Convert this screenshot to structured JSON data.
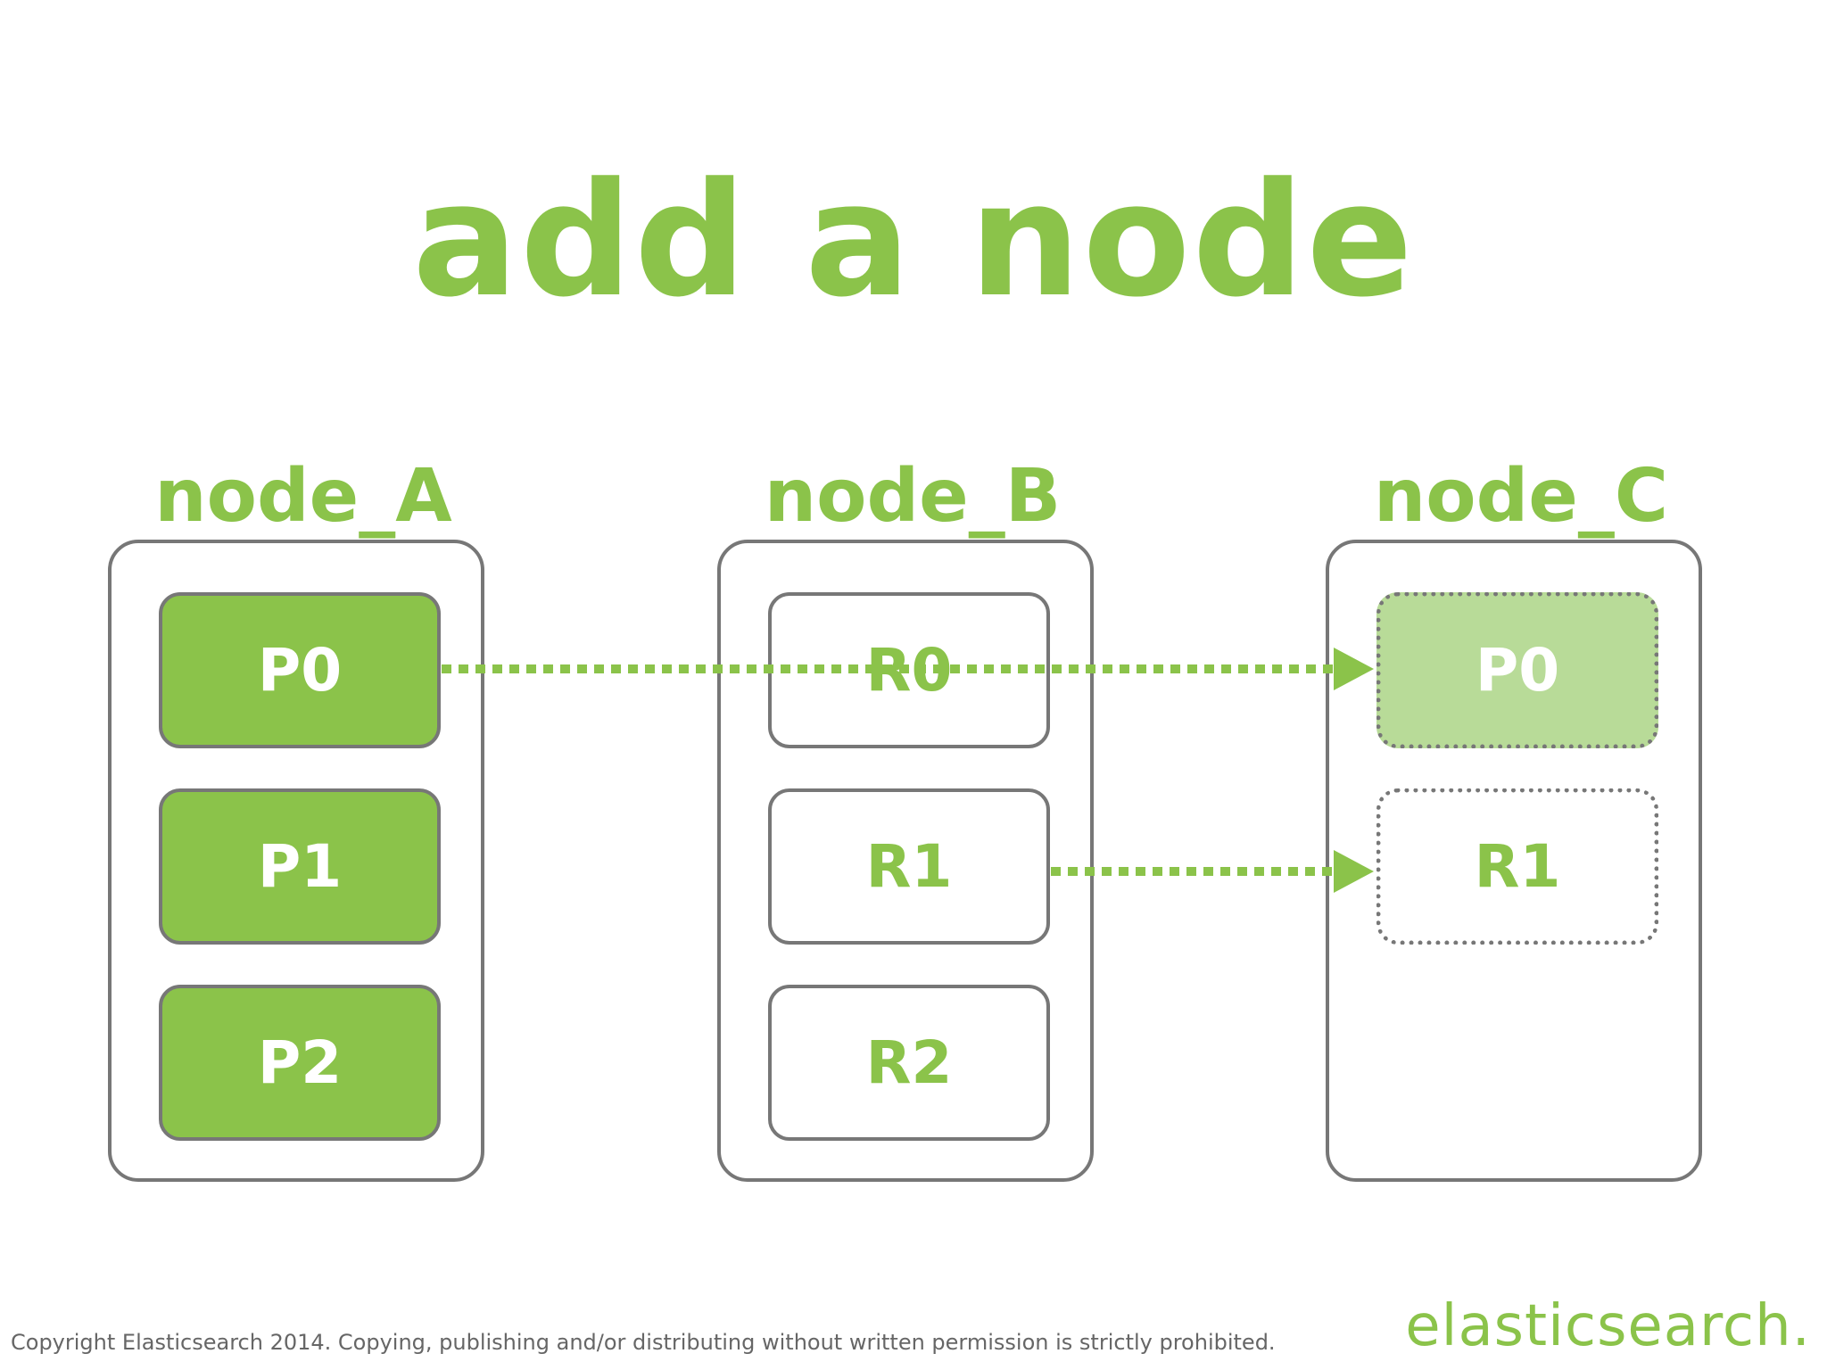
{
  "title": "add a node",
  "colors": {
    "accent": "#8bc34a",
    "accent_light": "#b8db98",
    "border": "#777777",
    "text_muted": "#666666"
  },
  "nodes": [
    {
      "label": "node_A",
      "shards": [
        {
          "label": "P0",
          "state": "primary"
        },
        {
          "label": "P1",
          "state": "primary"
        },
        {
          "label": "P2",
          "state": "primary"
        }
      ]
    },
    {
      "label": "node_B",
      "shards": [
        {
          "label": "R0",
          "state": "replica"
        },
        {
          "label": "R1",
          "state": "replica"
        },
        {
          "label": "R2",
          "state": "replica"
        }
      ]
    },
    {
      "label": "node_C",
      "shards": [
        {
          "label": "P0",
          "state": "relocating-primary"
        },
        {
          "label": "R1",
          "state": "relocating-replica"
        }
      ]
    }
  ],
  "relocations": [
    {
      "from_node": "node_A",
      "from_shard": "P0",
      "to_node": "node_C",
      "to_shard": "P0"
    },
    {
      "from_node": "node_B",
      "from_shard": "R1",
      "to_node": "node_C",
      "to_shard": "R1"
    }
  ],
  "footer": {
    "copyright": "Copyright Elasticsearch 2014. Copying, publishing and/or distributing without written permission is strictly prohibited.",
    "logo": "elasticsearch."
  }
}
